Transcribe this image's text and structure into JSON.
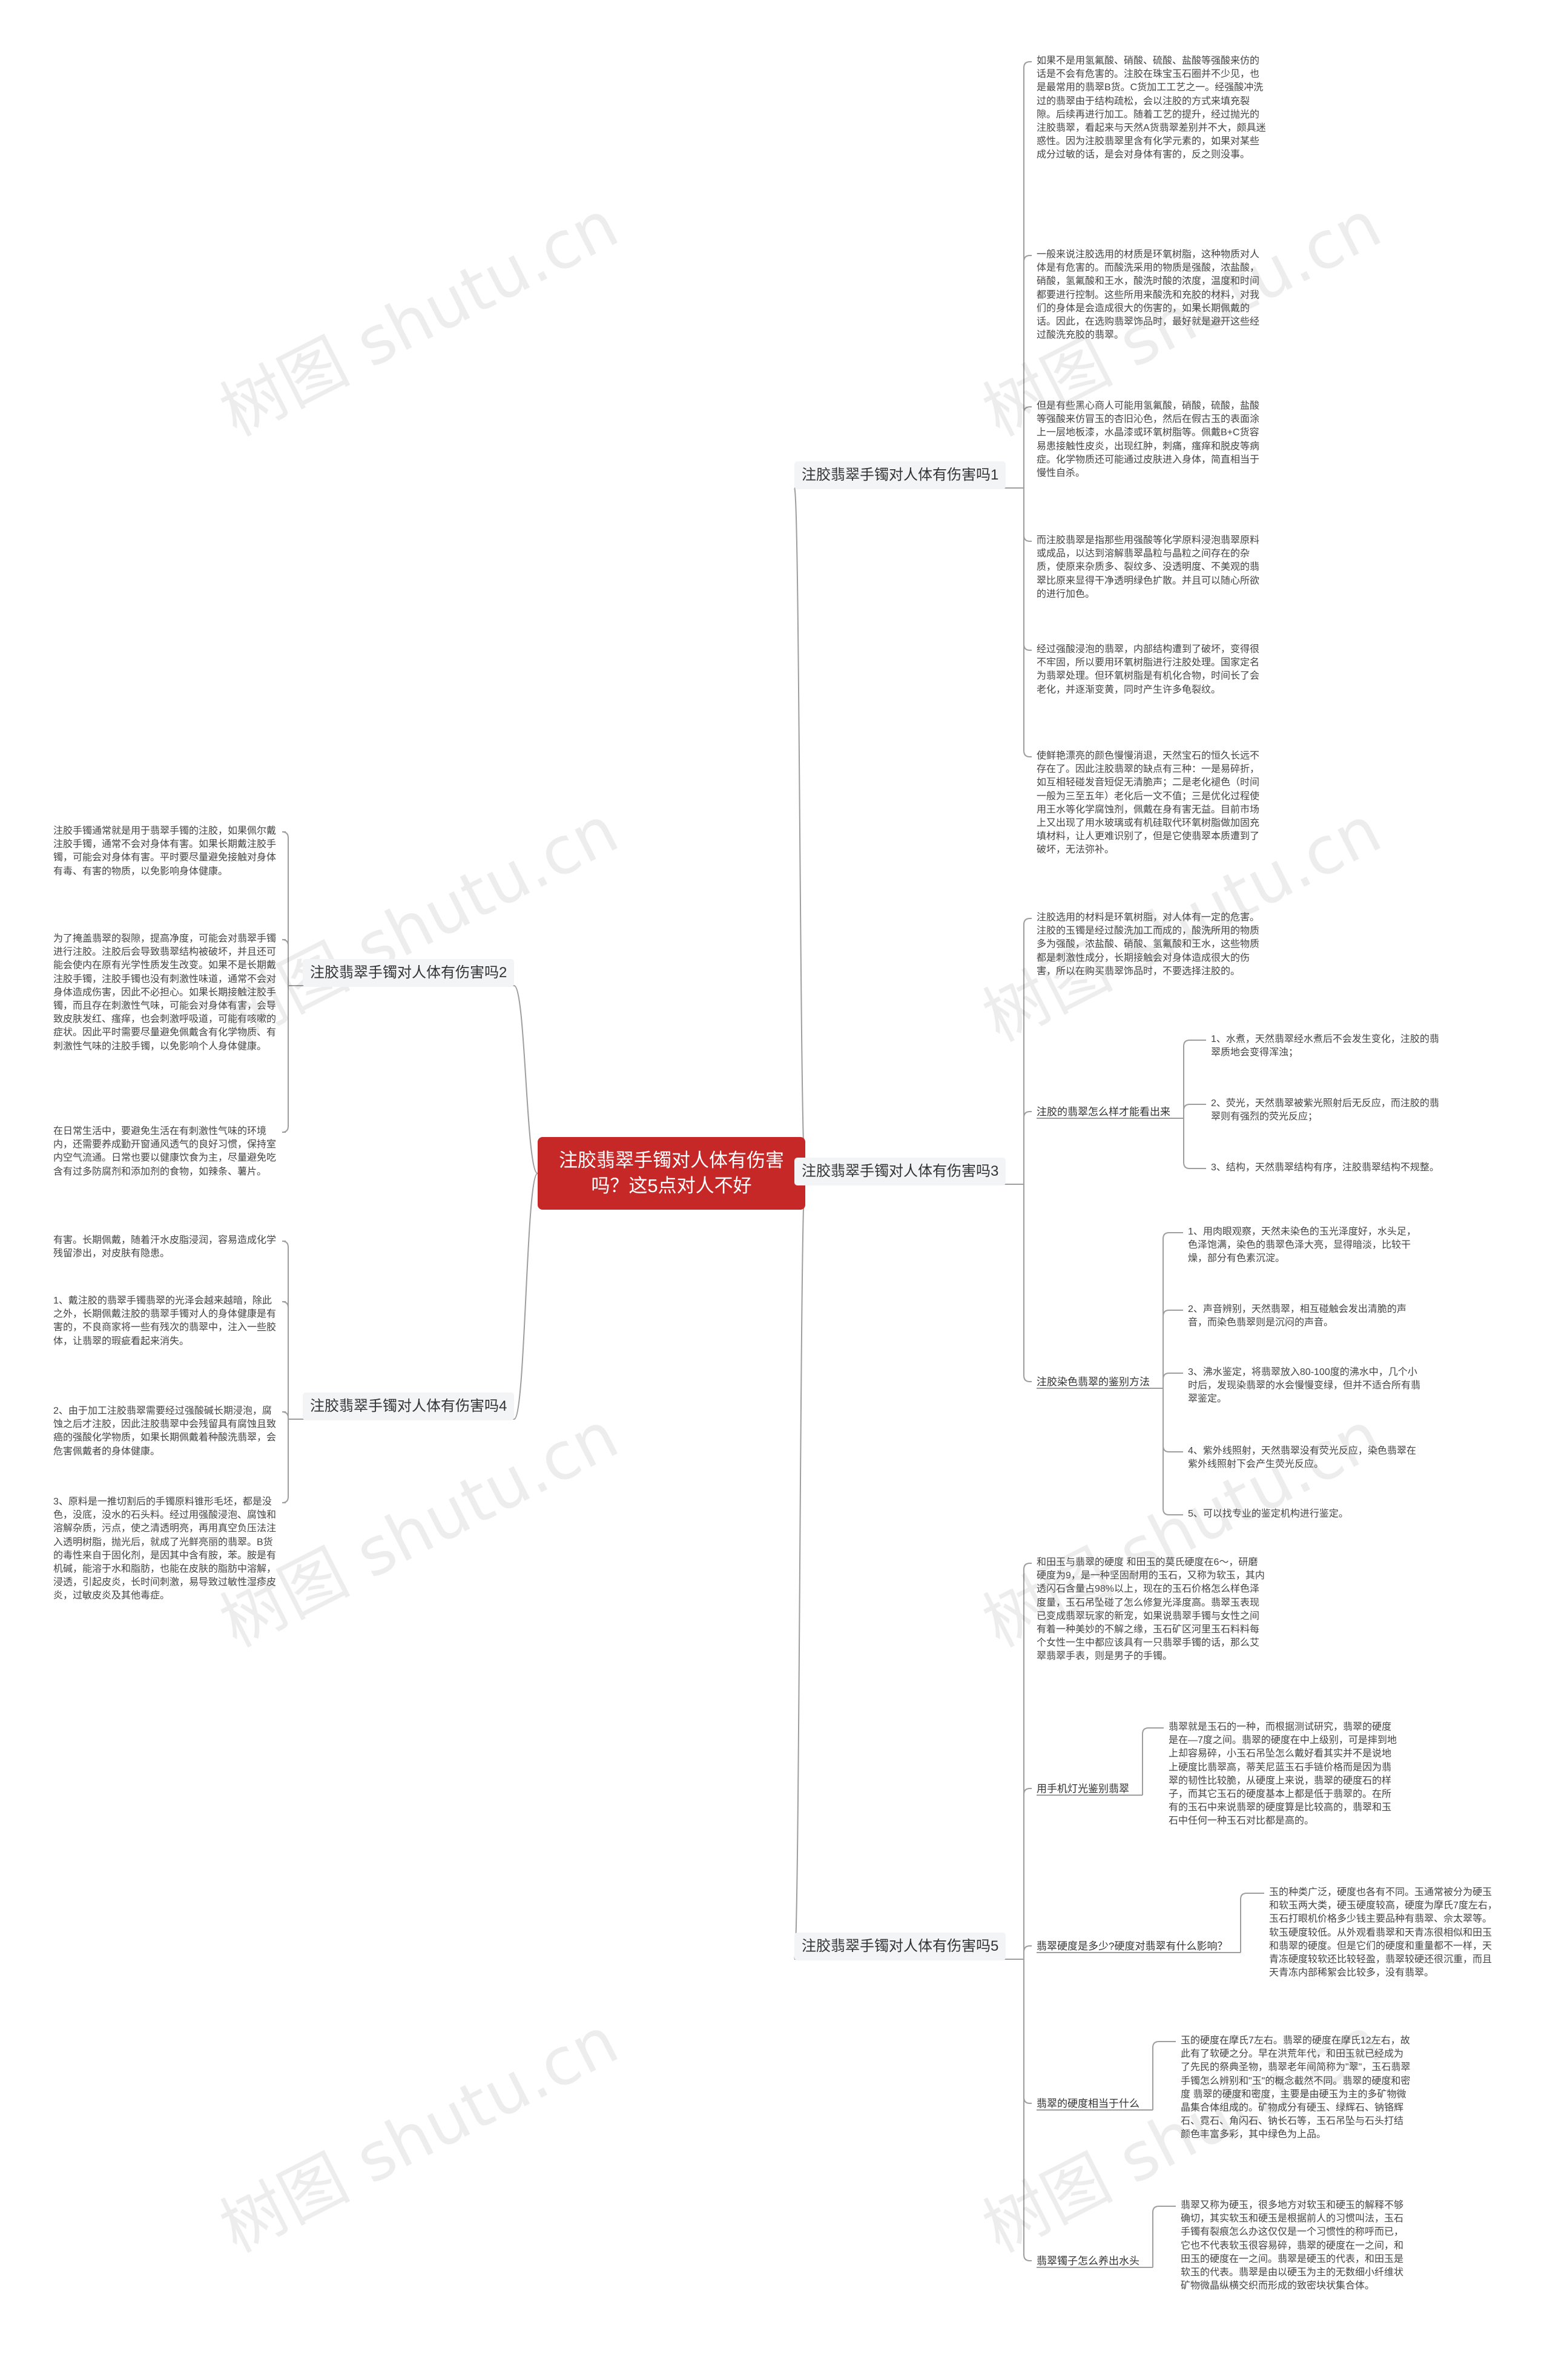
{
  "root": "注胶翡翠手镯对人体有伤害吗？这5点对人不好",
  "watermark": "树图 shutu.cn",
  "colors": {
    "root": "#c62828",
    "line": "#9e9e9e",
    "branch_bg": "#f3f4f6"
  },
  "branches": [
    {
      "label": "注胶翡翠手镯对人体有伤害吗1",
      "leaves": [
        "如果不是用氢氟酸、硝酸、硫酸、盐酸等强酸来仿的话是不会有危害的。注胶在珠宝玉石圈并不少见，也是最常用的翡翠B货。C货加工工艺之一。经强酸冲洗过的翡翠由于结构疏松，会以注胶的方式来填充裂隙。后续再进行加工。随着工艺的提升，经过抛光的注胶翡翠，看起来与天然A货翡翠差别并不大，颇具迷惑性。因为注胶翡翠里含有化学元素的，如果对某些成分过敏的话，是会对身体有害的，反之则没事。",
        "一般来说注胶选用的材质是环氧树脂，这种物质对人体是有危害的。而酸洗采用的物质是强酸，浓盐酸，硝酸，氢氟酸和王水，酸洗时酸的浓度，温度和时间都要进行控制。这些所用来酸洗和充胶的材料，对我们的身体是会造成很大的伤害的，如果长期佩戴的话。因此，在选购翡翠饰品时，最好就是避开这些经过酸洗充胶的翡翠。",
        "但是有些黑心商人可能用氢氟酸，硝酸，硫酸，盐酸等强酸来仿冒玉的杏旧沁色，然后在假古玉的表面涂上一层地板漆，水晶漆或环氧树脂等。佩戴B+C货容易患接触性皮炎，出现红肿，刺痛，瘙痒和脱皮等病症。化学物质还可能通过皮肤进入身体，简直相当于慢性自杀。",
        "而注胶翡翠是指那些用强酸等化学原料浸泡翡翠原料或成品，以达到溶解翡翠晶粒与晶粒之间存在的杂质，使原来杂质多、裂纹多、没透明度、不美观的翡翠比原来显得干净透明绿色扩散。并且可以随心所欲的进行加色。",
        "经过强酸浸泡的翡翠，内部结构遭到了破坏，变得很不牢固，所以要用环氧树脂进行注胶处理。国家定名为翡翠处理。但环氧树脂是有机化合物，时间长了会老化，并逐渐变黄，同时产生许多龟裂纹。",
        "使鲜艳漂亮的颜色慢慢消退，天然宝石的恒久长远不存在了。因此注胶翡翠的缺点有三种：一是易碎折，如互相轻碰发音短促无清脆声；二是老化褪色（时间一般为三至五年）老化后一文不值；三是优化过程使用王水等化学腐蚀剂，佩戴在身有害无益。目前市场上又出现了用水玻璃或有机硅取代环氧树脂做加固充填材料，让人更难识别了，但是它使翡翠本质遭到了破坏，无法弥补。"
      ]
    },
    {
      "label": "注胶翡翠手镯对人体有伤害吗2",
      "leaves": [
        "注胶手镯通常就是用于翡翠手镯的注胶，如果佩尔戴注胶手镯，通常不会对身体有害。如果长期戴注胶手镯，可能会对身体有害。平时要尽量避免接触对身体有毒、有害的物质，以免影响身体健康。",
        "为了掩盖翡翠的裂隙，提高净度，可能会对翡翠手镯进行注胶。注胶后会导致翡翠结构被破坏，并且还可能会使内在原有光学性质发生改变。如果不是长期戴注胶手镯，注胶手镯也没有刺激性味道，通常不会对身体造成伤害，因此不必担心。如果长期接触注胶手镯，而且存在刺激性气味，可能会对身体有害，会导致皮肤发红、瘙痒，也会刺激呼吸道，可能有咳嗽的症状。因此平时需要尽量避免佩戴含有化学物质、有刺激性气味的注胶手镯，以免影响个人身体健康。",
        "在日常生活中，要避免生活在有刺激性气味的环境内，还需要养成勤开窗通风透气的良好习惯，保持室内空气流通。日常也要以健康饮食为主，尽量避免吃含有过多防腐剂和添加剂的食物，如辣条、薯片。"
      ]
    },
    {
      "label": "注胶翡翠手镯对人体有伤害吗3",
      "children": [
        {
          "label": "",
          "leaves": [
            "注胶选用的材料是环氧树脂，对人体有一定的危害。注胶的玉镯是经过酸洗加工而成的，酸洗所用的物质多为强酸，浓盐酸、硝酸、氢氟酸和王水，这些物质都是刺激性成分，长期接触会对身体造成很大的伤害，所以在购买翡翠饰品时，不要选择注胶的。"
          ]
        },
        {
          "label": "注胶的翡翠怎么样才能看出来",
          "leaves": [
            "1、水煮，天然翡翠经水煮后不会发生变化，注胶的翡翠质地会变得浑浊；",
            "2、荧光，天然翡翠被紫光照射后无反应，而注胶的翡翠则有强烈的荧光反应；",
            "3、结构，天然翡翠结构有序，注胶翡翠结构不规整。"
          ]
        },
        {
          "label": "注胶染色翡翠的鉴别方法",
          "leaves": [
            "1、用肉眼观察，天然未染色的玉光泽度好，水头足，色泽饱满，染色的翡翠色泽大亮，显得暗淡，比较干燥，部分有色素沉淀。",
            "2、声音辨别，天然翡翠，相互碰触会发出清脆的声音，而染色翡翠则是沉闷的声音。",
            "3、沸水鉴定，将翡翠放入80-100度的沸水中，几个小时后，发现染翡翠的水会慢慢变绿，但并不适合所有翡翠鉴定。",
            "4、紫外线照射，天然翡翠没有荧光反应，染色翡翠在紫外线照射下会产生荧光反应。",
            "5、可以找专业的鉴定机构进行鉴定。"
          ]
        }
      ]
    },
    {
      "label": "注胶翡翠手镯对人体有伤害吗4",
      "leaves": [
        "有害。长期佩戴，随着汗水皮脂浸润，容易造成化学残留渗出，对皮肤有隐患。",
        "1、戴注胶的翡翠手镯翡翠的光泽会越来越暗，除此之外，长期佩戴注胶的翡翠手镯对人的身体健康是有害的，不良商家将一些有残次的翡翠中，注入一些胶体，让翡翠的瑕疵看起来消失。",
        "2、由于加工注胶翡翠需要经过强酸碱长期浸泡，腐蚀之后才注胶，因此注胶翡翠中会残留具有腐蚀且致癌的强酸化学物质，如果长期佩戴着种酸洗翡翠，会危害佩戴者的身体健康。",
        "3、原料是一推切割后的手镯原料锥形毛坯，都是没色，没底，没水的石头料。经过用强酸浸泡、腐蚀和溶解杂质，污点，使之清透明亮，再用真空负压法注入透明树脂，抛光后，就成了光鲜亮丽的翡翠。B货的毒性来自于固化剂，是因其中含有胺，苯。胺是有机碱，能溶于水和脂肪，也能在皮肤的脂肪中溶解，浸透，引起皮炎，长时间刺激，易导致过敏性湿疹皮炎，过敏皮炎及其他毒症。"
      ]
    },
    {
      "label": "注胶翡翠手镯对人体有伤害吗5",
      "children": [
        {
          "label": "",
          "leaves": [
            "和田玉与翡翠的硬度 和田玉的莫氏硬度在6～，研磨硬度为9，是一种坚固耐用的玉石，又称为软玉，其内透闪石含量占98%以上，现在的玉石价格怎么样色泽度量，玉石吊坠碰了怎么修复光泽度高。翡翠玉表现已变成翡翠玩家的新宠，如果说翡翠手镯与女性之间有着一种美妙的不解之缘，玉石矿区河里玉石料料每个女性一生中都应该具有一只翡翠手镯的话，那么艾翠翡翠手表，则是男子的手镯。"
          ]
        },
        {
          "label": "用手机灯光鉴别翡翠",
          "leaves": [
            "翡翠就是玉石的一种，而根据测试研究，翡翠的硬度是在—7度之间。翡翠的硬度在中上级别，可是摔到地上却容易碎，小玉石吊坠怎么戴好看其实并不是说地上硬度比翡翠高，蒂芙尼蓝玉石手链价格而是因为翡翠的韧性比较脆，从硬度上来说，翡翠的硬度石的样子，而其它玉石的硬度基本上都是低于翡翠的。在所有的玉石中来说翡翠的硬度算是比较高的，翡翠和玉石中任何一种玉石对比都是高的。"
          ]
        },
        {
          "label": "翡翠硬度是多少?硬度对翡翠有什么影响？",
          "leaves": [
            "玉的种类广泛，硬度也各有不同。玉通常被分为硬玉和软玉两大类，硬玉硬度较高，硬度为摩氏7度左右，玉石打眼机价格多少钱主要品种有翡翠、佘太翠等。软玉硬度较低。从外观看翡翠和天青冻很相似和田玉和翡翠的硬度。但是它们的硬度和重量都不一样，天青冻硬度较软还比较轻盈，翡翠较硬还很沉重，而且天青冻内部稀絮会比较多，没有翡翠。"
          ]
        },
        {
          "label": "翡翠的硬度相当于什么",
          "leaves": [
            "玉的硬度在摩氏7左右。翡翠的硬度在摩氏12左右，故此有了软硬之分。早在洪荒年代，和田玉就已经成为了先民的祭典圣物，翡翠老年间简称为\"翠\"，玉石翡翠手镯怎么辨别和\"玉\"的概念截然不同。翡翠的硬度和密度 翡翠的硬度和密度，主要是由硬玉为主的多矿物微晶集合体组成的。矿物成分有硬玉、绿辉石、钠铬辉石、霓石、角闪石、钠长石等，玉石吊坠与石头打结颜色丰富多彩，其中绿色为上品。"
          ]
        },
        {
          "label": "翡翠镯子怎么养出水头",
          "leaves": [
            "翡翠又称为硬玉，很多地方对软玉和硬玉的解释不够确切，其实软玉和硬玉是根据前人的习惯叫法，玉石手镯有裂痕怎么办这仅仅是一个习惯性的称呼而已，它也不代表软玉很容易碎，翡翠的硬度在一之间，和田玉的硬度在一之间。翡翠是硬玉的代表，和田玉是软玉的代表。翡翠是由以硬玉为主的无数细小纤维状矿物微晶纵横交织而形成的致密块状集合体。"
          ]
        }
      ]
    }
  ]
}
